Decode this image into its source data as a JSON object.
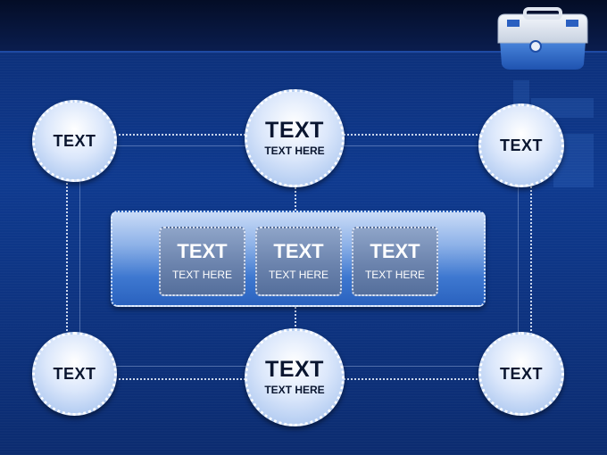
{
  "circles": {
    "top_left": {
      "title": "TEXT"
    },
    "top_center": {
      "title": "TEXT",
      "subtitle": "TEXT HERE"
    },
    "top_right": {
      "title": "TEXT"
    },
    "bottom_left": {
      "title": "TEXT"
    },
    "bottom_center": {
      "title": "TEXT",
      "subtitle": "TEXT HERE"
    },
    "bottom_right": {
      "title": "TEXT"
    }
  },
  "panel": {
    "boxes": [
      {
        "title": "TEXT",
        "subtitle": "TEXT HERE"
      },
      {
        "title": "TEXT",
        "subtitle": "TEXT HERE"
      },
      {
        "title": "TEXT",
        "subtitle": "TEXT HERE"
      }
    ]
  },
  "colors": {
    "background": "#0f3a8f",
    "topbar": "#050f2c",
    "circle": "#dbe7fb",
    "panel": "#3e78d0"
  },
  "icons": {
    "corner_image": "toolbox-icon"
  }
}
